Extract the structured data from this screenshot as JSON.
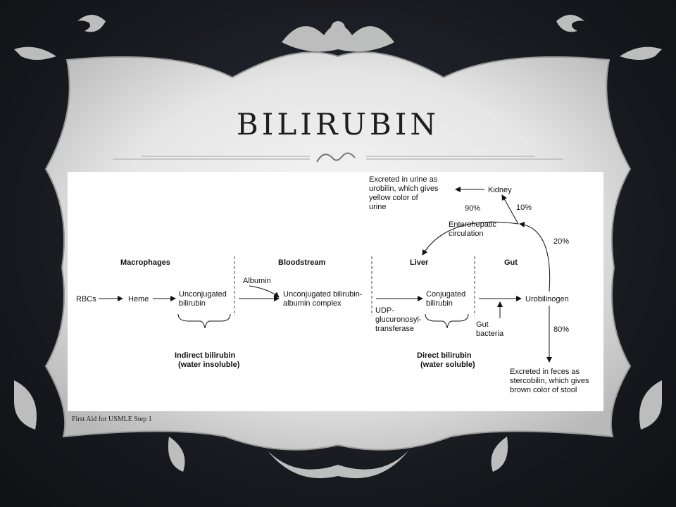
{
  "slide": {
    "title": "BILIRUBIN",
    "caption": "First Aid for USMLE Step 1"
  },
  "diagram": {
    "headers": {
      "macrophages": "Macrophages",
      "bloodstream": "Bloodstream",
      "liver": "Liver",
      "gut": "Gut"
    },
    "rbcs": "RBCs",
    "heme": "Heme",
    "unconj": [
      "Unconjugated",
      "bilirubin"
    ],
    "albumin": "Albumin",
    "complex": [
      "Unconjugated bilirubin-",
      "albumin complex"
    ],
    "udp": [
      "UDP-",
      "glucuronosyl-",
      "transferase"
    ],
    "conj": [
      "Conjugated",
      "bilirubin"
    ],
    "gut_bacteria": [
      "Gut",
      "bacteria"
    ],
    "urobilinogen": "Urobilinogen",
    "indirect": [
      "Indirect bilirubin",
      "(water insoluble)"
    ],
    "direct": [
      "Direct bilirubin",
      "(water soluble)"
    ],
    "urine": [
      "Excreted in urine as",
      "urobilin, which gives",
      "yellow color of",
      "urine"
    ],
    "kidney": "Kidney",
    "enterohepatic": [
      "Enterohepatic",
      "circulation"
    ],
    "feces": [
      "Excreted in feces as",
      "stercobilin, which gives",
      "brown color of stool"
    ],
    "pct_90": "90%",
    "pct_10": "10%",
    "pct_20": "20%",
    "pct_80": "80%"
  },
  "colors": {
    "frame": "#d9d9d9",
    "background": "#16181d",
    "title": "#1e1e1e"
  }
}
